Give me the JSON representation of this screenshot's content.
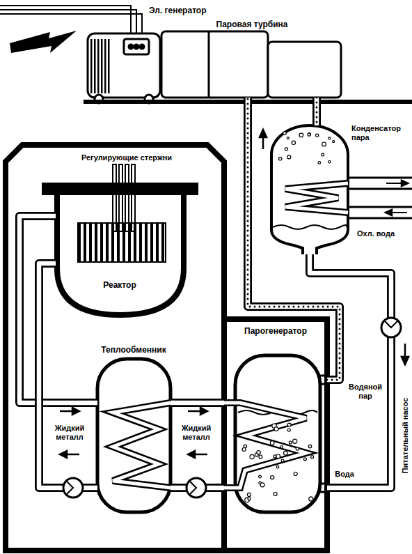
{
  "diagram": {
    "nodes": [
      {
        "text": [
          "Эл. генератор"
        ]
      },
      {
        "text": [
          "Паровая турбина"
        ]
      },
      {
        "text": [
          "Конденсатор пара"
        ]
      },
      {
        "text": [
          "Реактор"
        ]
      },
      {
        "text": [
          "Теплообменник"
        ]
      },
      {
        "text": [
          "Парогенератор"
        ]
      }
    ],
    "edges": [
      {
        "from": 3,
        "to": 4,
        "arrow": "none"
      },
      {
        "from": 4,
        "to": 3,
        "arrow": "none"
      },
      {
        "from": 4,
        "to": 5,
        "arrow": "none"
      },
      {
        "from": 5,
        "to": 4,
        "arrow": "none"
      },
      {
        "from": 5,
        "to": 1,
        "arrow": "none"
      },
      {
        "from": 1,
        "to": 2,
        "arrow": "none"
      },
      {
        "from": 2,
        "to": 5,
        "arrow": "none"
      }
    ],
    "labels": [
      "Регулирующие стержни",
      "Охл. вода",
      "Жидкий металл",
      "Жидкий металл",
      "Водяной пар",
      "Питательный насос",
      "Вода"
    ]
  }
}
